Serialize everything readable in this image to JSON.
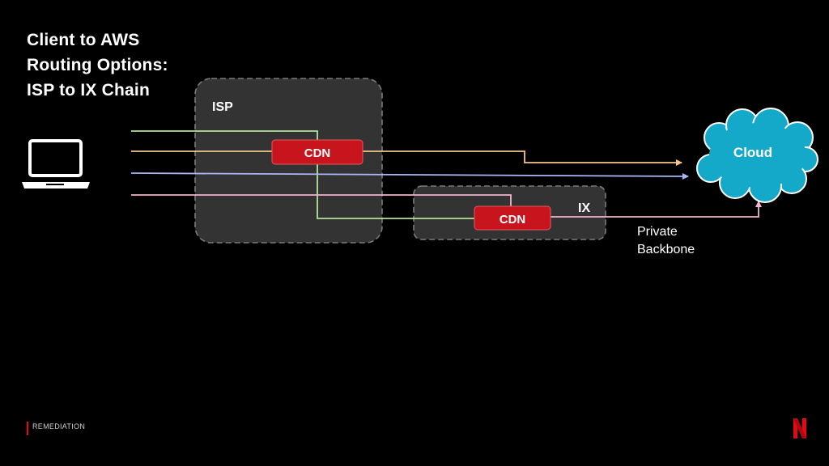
{
  "title": {
    "line1": "Client to AWS",
    "line2": "Routing Options:",
    "line3": "ISP to IX Chain"
  },
  "diagram": {
    "isp_label": "ISP",
    "ix_label": "IX",
    "cdn_isp_label": "CDN",
    "cdn_ix_label": "CDN",
    "cloud_label": "Cloud",
    "private_backbone_line1": "Private",
    "private_backbone_line2": "Backbone"
  },
  "colors": {
    "green": "#b5e39a",
    "orange": "#f7c58c",
    "blue": "#a9b8f5",
    "pink": "#f3b3cf",
    "cdn_red": "#c8141c",
    "cloud": "#14a8c9",
    "box_fill": "#333333",
    "box_border": "#7a7a7a"
  },
  "icons": {
    "client": "laptop-icon",
    "logo": "netflix-n-logo"
  },
  "footer": {
    "label": "REMEDIATION"
  }
}
